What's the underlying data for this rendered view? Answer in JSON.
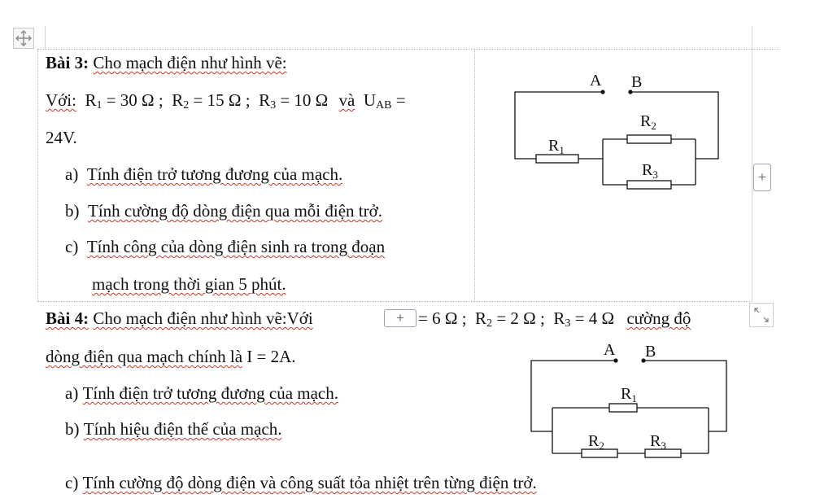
{
  "bai3": {
    "title": "Bài 3:",
    "intro": "Cho mạch điện như hình vẽ:",
    "given_prefix": "Với:",
    "r1": "R",
    "r1_sub": "1",
    "r1_val": "= 30 Ω ;",
    "r2": "R",
    "r2_sub": "2",
    "r2_val": "= 15 Ω ;",
    "r3": "R",
    "r3_sub": "3",
    "r3_val": "= 10 Ω",
    "and_word": "và",
    "u": "U",
    "u_sub": "AB",
    "u_eq": "=",
    "voltage": "24V.",
    "items": [
      {
        "marker": "a)",
        "text": "Tính điện trở tương đương của mạch."
      },
      {
        "marker": "b)",
        "text": "Tính cường độ dòng điện qua mỗi điện trở."
      },
      {
        "marker": "c)",
        "text": "Tính công của dòng điện sinh ra trong đoạn"
      }
    ],
    "item_c_cont": "mạch trong thời gian 5 phút.",
    "circuit": {
      "node_a": "A",
      "node_b": "B",
      "r1": "R",
      "r1_sub": "1",
      "r2": "R",
      "r2_sub": "2",
      "r3": "R",
      "r3_sub": "3"
    }
  },
  "bai4": {
    "title": "Bài 4:",
    "intro": "Cho mạch điện như hình vẽ:Với",
    "r1_tail": "= 6 Ω ;",
    "r2": "R",
    "r2_sub": "2",
    "r2_val": "= 2 Ω ;",
    "r3": "R",
    "r3_sub": "3",
    "r3_val": "= 4 Ω",
    "tail": "cường độ",
    "line2": "dòng điện qua mạch chính là",
    "current": "I = 2A.",
    "items": [
      {
        "marker": "a)",
        "text": "Tính điện trở tương đương của mạch."
      },
      {
        "marker": "b)",
        "text": "Tính hiệu điện thế của mạch."
      },
      {
        "marker": "c)",
        "text": "Tính cường độ dòng điện và công suất tỏa nhiệt trên từng điện trở."
      }
    ],
    "circuit": {
      "node_a": "A",
      "node_b": "B",
      "r1": "R",
      "r1_sub": "1",
      "r2": "R",
      "r2_sub": "2",
      "r3": "R",
      "r3_sub": "3"
    }
  },
  "ui": {
    "plus": "+"
  }
}
